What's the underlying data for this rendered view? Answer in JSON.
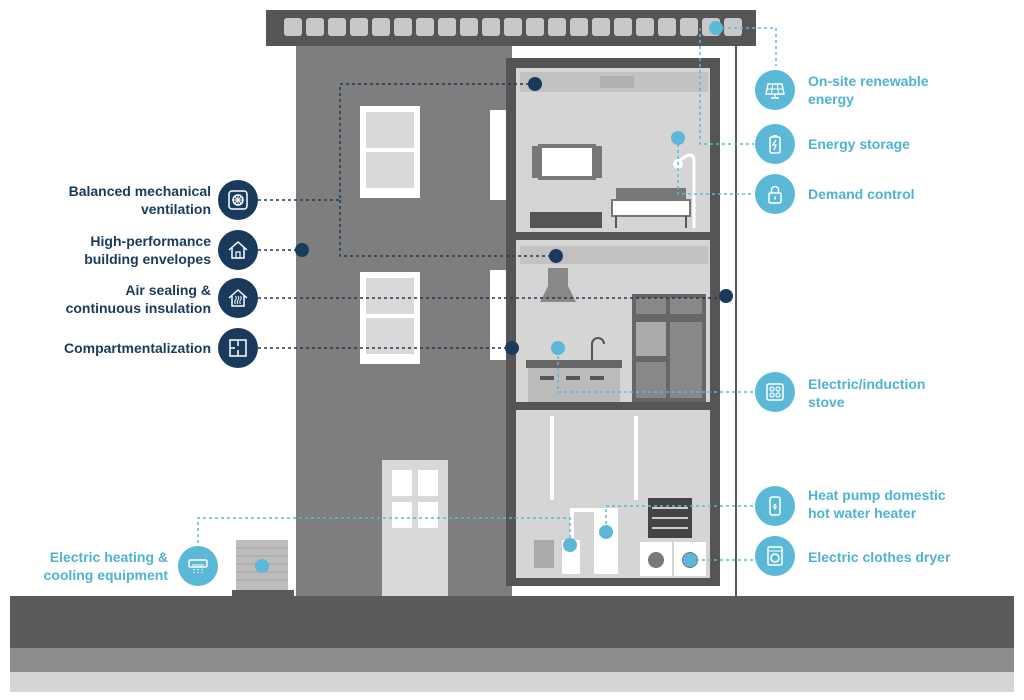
{
  "colors": {
    "dark_navy": "#1a3a5c",
    "light_blue": "#5bb8d6",
    "building_gray": "#7e7e7e",
    "ground_dark": "#5a5a5a"
  },
  "features_left": [
    {
      "label": "Balanced mechanical\nventilation",
      "icon": "fan-icon"
    },
    {
      "label": "High-performance\nbuilding envelopes",
      "icon": "house-icon"
    },
    {
      "label": "Air sealing &\ncontinuous insulation",
      "icon": "heat-house-icon"
    },
    {
      "label": "Compartmentalization",
      "icon": "floorplan-icon"
    }
  ],
  "features_right": [
    {
      "label": "On-site renewable\nenergy",
      "icon": "solar-panel-icon"
    },
    {
      "label": "Energy storage",
      "icon": "battery-icon"
    },
    {
      "label": "Demand control",
      "icon": "lock-icon"
    },
    {
      "label": "Electric/induction\nstove",
      "icon": "stove-icon"
    },
    {
      "label": "Heat pump domestic\nhot water heater",
      "icon": "water-heater-icon"
    },
    {
      "label": "Electric clothes dryer",
      "icon": "dryer-icon"
    }
  ],
  "feature_bottom_left": {
    "label": "Electric heating &\ncooling equipment",
    "icon": "air-conditioner-icon"
  }
}
